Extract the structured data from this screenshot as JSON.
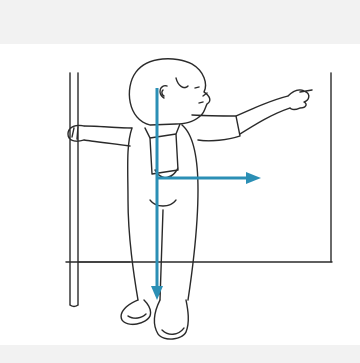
{
  "figure": {
    "subject": "toddler-standing-holding-rail-pointing",
    "colors": {
      "background": "#ffffff",
      "band": "#f2f2f2",
      "line": "#2a2a2a",
      "arrow": "#2b8fb5"
    },
    "arrows": [
      {
        "name": "vertical-arrow",
        "direction": "down"
      },
      {
        "name": "horizontal-arrow",
        "direction": "right"
      }
    ]
  }
}
